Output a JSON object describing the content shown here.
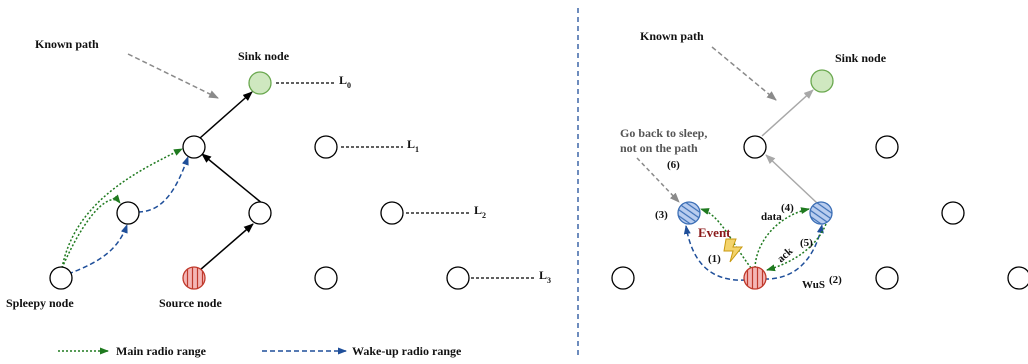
{
  "left_panel": {
    "known_path_label": "Known path",
    "sink_label": "Sink node",
    "spleepy_label": "Spleepy node",
    "source_label": "Source node",
    "levels": [
      {
        "base": "L",
        "sub": "0"
      },
      {
        "base": "L",
        "sub": "1"
      },
      {
        "base": "L",
        "sub": "2"
      },
      {
        "base": "L",
        "sub": "3"
      }
    ]
  },
  "right_panel": {
    "known_path_label": "Known path",
    "sink_label": "Sink node",
    "sleep_line1": "Go back to sleep,",
    "sleep_line2": "not on the path",
    "step6": "(6)",
    "step3": "(3)",
    "event": "Event",
    "step1": "(1)",
    "data": "data",
    "step4": "(4)",
    "ack": "ack",
    "step5": "(5)",
    "wus": "WuS",
    "step2": "(2)"
  },
  "legend": {
    "main_radio": "Main radio range",
    "wakeup_radio": "Wake-up radio range"
  },
  "colors": {
    "main_radio": "#1f7a1f",
    "wakeup_radio": "#1f4f9a",
    "known_path_arrow": "#8a8a8a",
    "sink_fill": "#cfe8c0",
    "sink_stroke": "#6aa84f",
    "source_fill": "#f4b6b6",
    "source_stroke": "#c0392b",
    "striped_fill": "#b9cdef",
    "striped_stroke": "#3c6fb6",
    "event": "#8b1a1a",
    "divider": "#1f4f9a"
  }
}
